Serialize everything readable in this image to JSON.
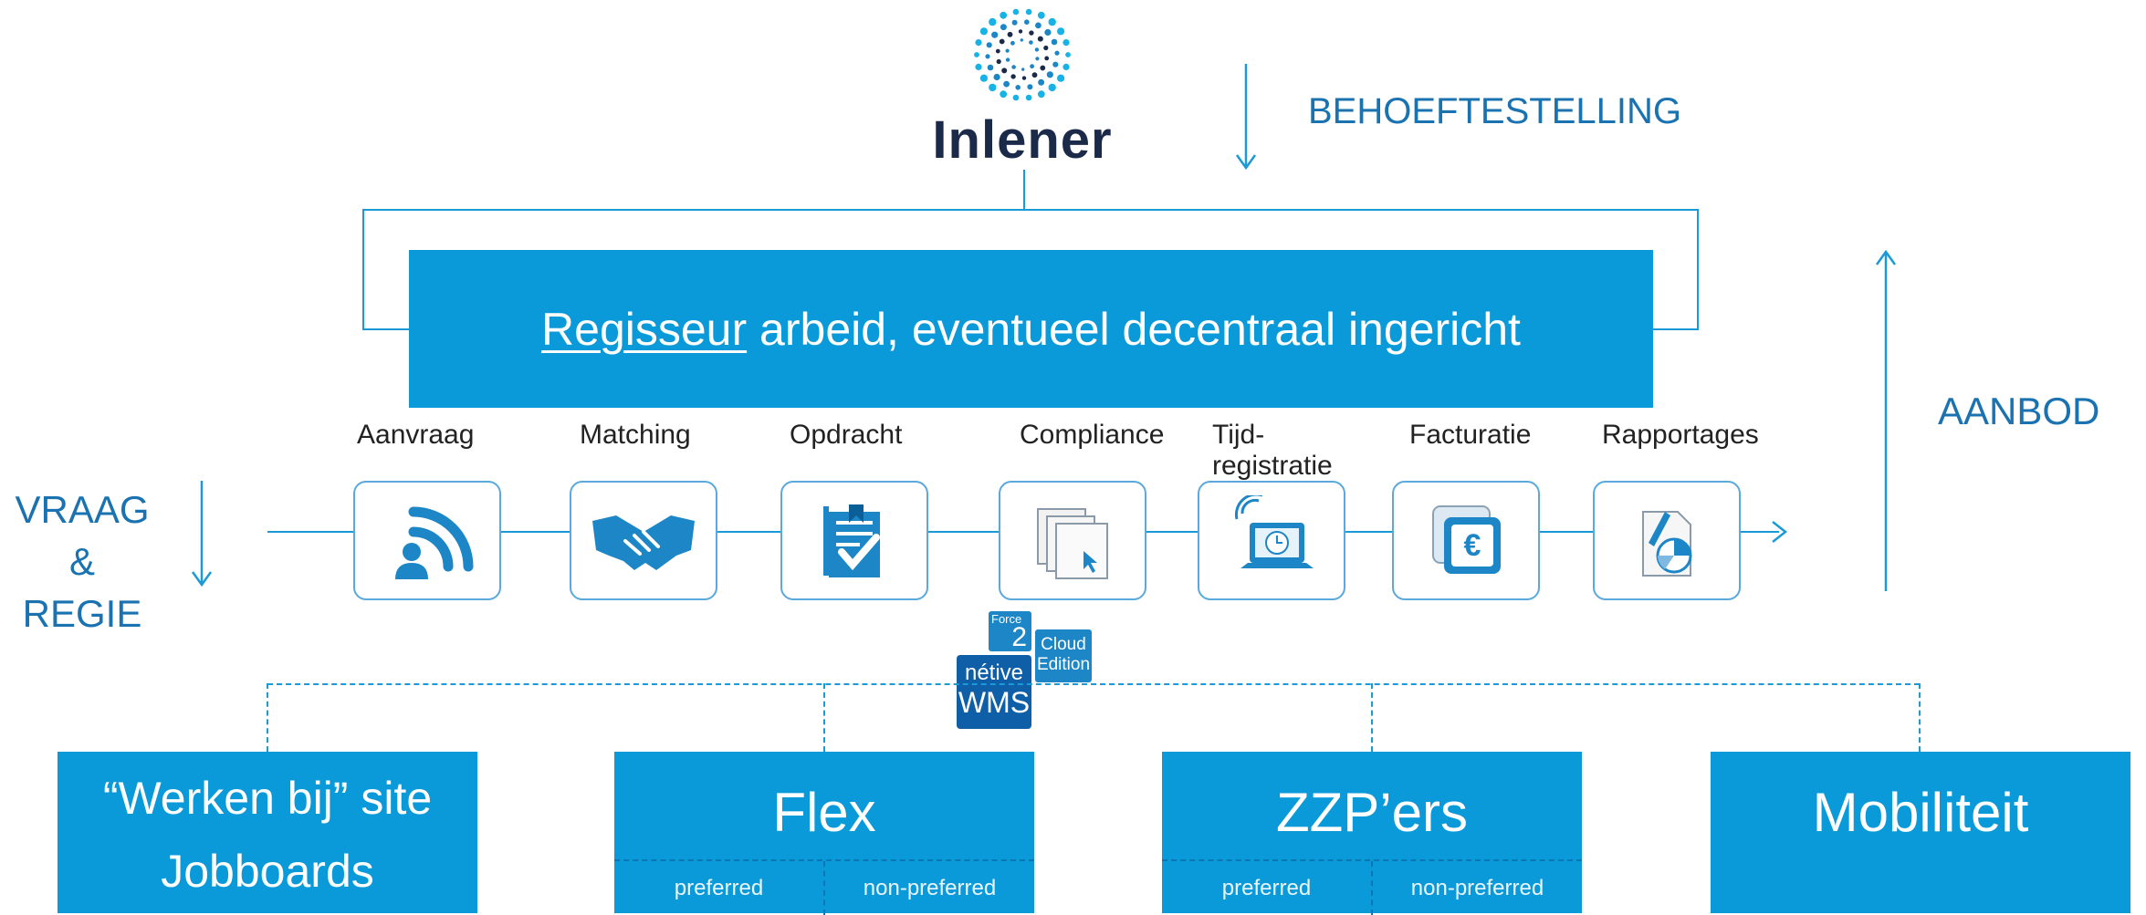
{
  "logo": {
    "name": "Inlener"
  },
  "top_arrow_label": "BEHOEFTESTELLING",
  "main_box": {
    "underlined": "Regisseur",
    "rest": " arbeid, eventueel decentraal ingericht"
  },
  "left_label": {
    "line1": "VRAAG",
    "line2": "& REGIE"
  },
  "right_label": "AANBOD",
  "steps": [
    {
      "label": "Aanvraag",
      "icon": "rss-person-icon"
    },
    {
      "label": "Matching",
      "icon": "handshake-icon"
    },
    {
      "label": "Opdracht",
      "icon": "checklist-icon"
    },
    {
      "label": "Compliance",
      "icon": "folders-icon"
    },
    {
      "label": "Tijd-\nregistratie",
      "icon": "laptop-clock-icon"
    },
    {
      "label": "Facturatie",
      "icon": "euro-icon"
    },
    {
      "label": "Rapportages",
      "icon": "report-chart-icon"
    }
  ],
  "badges": {
    "force": {
      "line1": "Force",
      "line2": "2"
    },
    "cloud": {
      "line1": "Cloud",
      "line2": "Edition"
    },
    "wms": {
      "line1": "nétive",
      "line2": "WMS"
    }
  },
  "bottom": [
    {
      "line1": "“Werken bij” site",
      "line2": "Jobboards"
    },
    {
      "title": "Flex",
      "pref": "preferred",
      "nonpref": "non-preferred"
    },
    {
      "title": "ZZP’ers",
      "pref": "preferred",
      "nonpref": "non-preferred"
    },
    {
      "title": "Mobiliteit"
    }
  ],
  "colors": {
    "accent": "#0b9ad9",
    "text_blue": "#1a73b0",
    "line": "#1a9ad6",
    "logo_dark": "#1c2a4a"
  }
}
